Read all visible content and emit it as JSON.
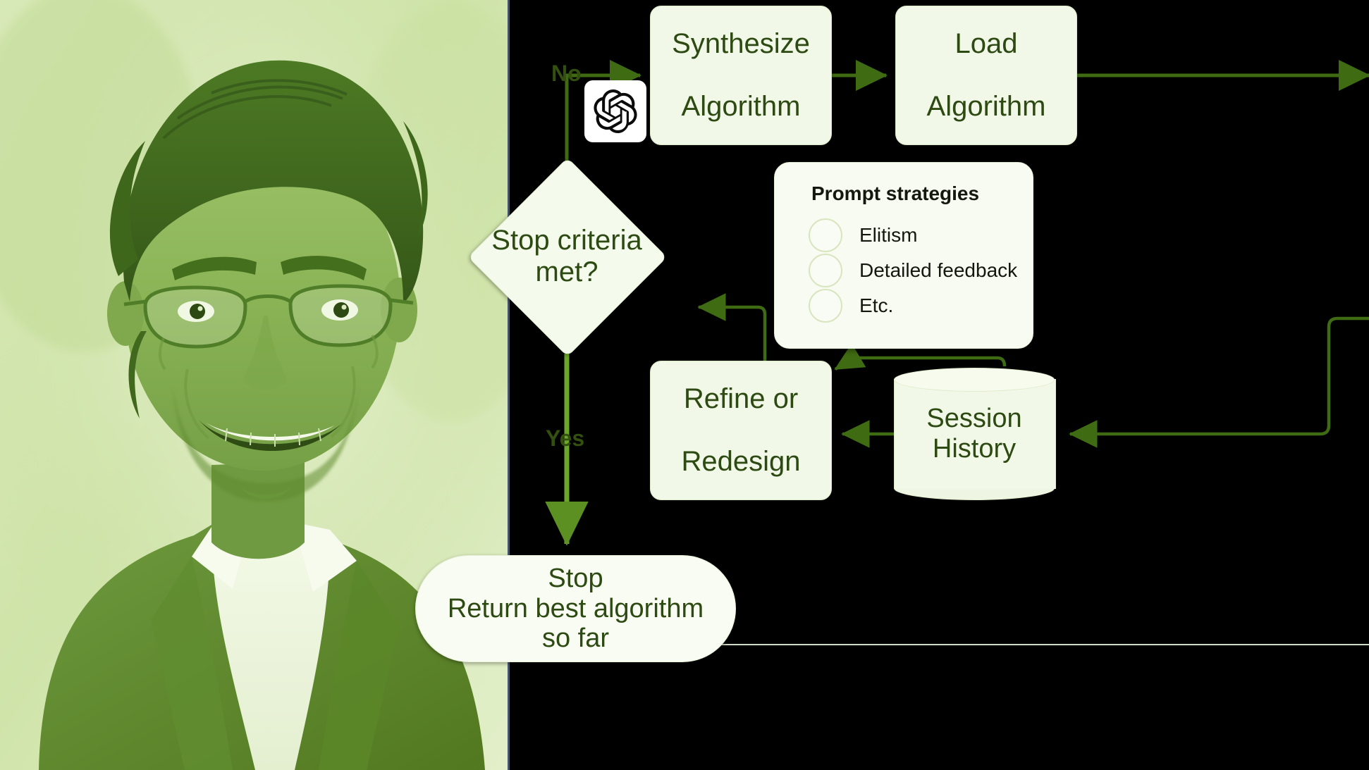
{
  "slide": {
    "background_color": "#000000",
    "accent_color": "#4a7d16",
    "node_fill": "#f2f8e8",
    "text_color": "#2d4a12"
  },
  "photo": {
    "alt": "Portrait of a smiling man with glasses wearing a jacket and open white shirt",
    "tint": "green duotone",
    "tint_light": "#d7e8b4",
    "tint_dark": "#2f5417"
  },
  "diagram": {
    "type": "flowchart",
    "nodes": [
      {
        "id": "synthesize",
        "label_line1": "Synthesize",
        "label_line2": "Algorithm",
        "shape": "rounded-rect"
      },
      {
        "id": "load",
        "label_line1": "Load",
        "label_line2": "Algorithm",
        "shape": "rounded-rect"
      },
      {
        "id": "stop_criteria",
        "label_line1": "Stop criteria",
        "label_line2": "met?",
        "shape": "diamond"
      },
      {
        "id": "refine",
        "label_line1": "Refine or",
        "label_line2": "Redesign",
        "shape": "rounded-rect"
      },
      {
        "id": "session_history",
        "label_line1": "Session",
        "label_line2": "History",
        "shape": "cylinder"
      },
      {
        "id": "stop",
        "label_line1": "Stop",
        "label_line2": "Return best algorithm so far",
        "shape": "terminator"
      }
    ],
    "edge_labels": {
      "no": "No",
      "yes": "Yes"
    },
    "badge": {
      "id": "openai-logo",
      "icon": "openai-icon"
    }
  },
  "prompt_card": {
    "title": "Prompt strategies",
    "items": [
      "Elitism",
      "Detailed feedback",
      "Etc."
    ]
  }
}
